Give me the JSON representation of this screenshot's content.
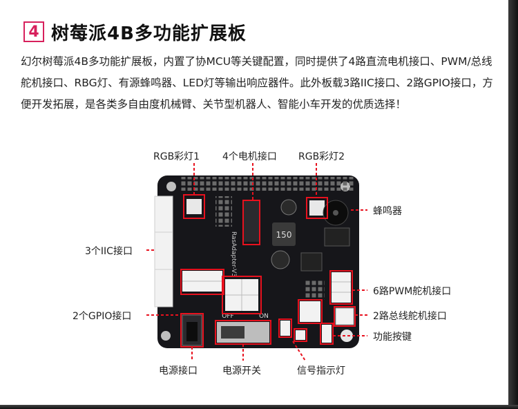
{
  "section": {
    "number": "4",
    "title": "树莓派4B多功能扩展板"
  },
  "description": "幻尔树莓派4B多功能扩展板，内置了协MCU等关键配置，同时提供了4路直流电机接口、PWM/总线舵机接口、RBG灯、有源蜂鸣器、LED灯等输出响应器件。此外板载3路IIC接口、2路GPIO接口，方便开发拓展，是各类多自由度机械臂、关节型机器人、智能小车开发的优质选择！",
  "callouts": {
    "rgb1": "RGB彩灯1",
    "motor": "4个电机接口",
    "rgb2": "RGB彩灯2",
    "buzzer": "蜂鸣器",
    "iic": "3个IIC接口",
    "pwm": "6路PWM舵机接口",
    "gpio": "2个GPIO接口",
    "bus": "2路总线舵机接口",
    "key": "功能按键",
    "power_port": "电源接口",
    "power_switch": "电源开关",
    "indicator": "信号指示灯"
  },
  "board_text": {
    "inductor": "150",
    "model": "RasAdapter-V3",
    "switch_off": "OFF",
    "switch_on": "ON"
  },
  "colors": {
    "accent": "#d7205c",
    "highlight": "#e8111e",
    "pcb": "#16161a"
  }
}
